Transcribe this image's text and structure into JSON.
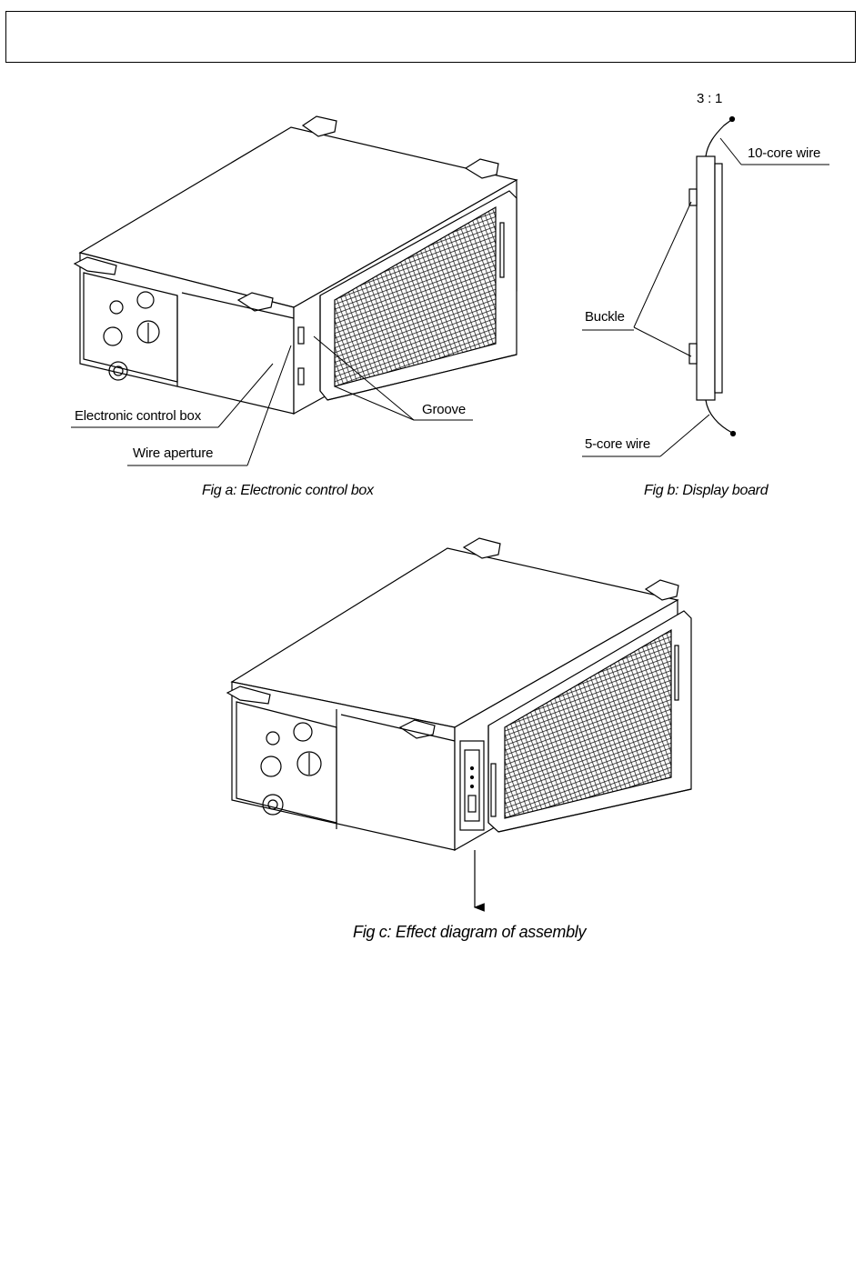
{
  "header": {
    "title": ""
  },
  "fig_a": {
    "caption": "Fig a: Electronic control box",
    "labels": {
      "control_box": "Electronic control box",
      "wire_aperture": "Wire aperture",
      "groove": "Groove"
    }
  },
  "fig_b": {
    "caption": "Fig b: Display board",
    "scale": "3 : 1",
    "labels": {
      "ten_core": "10-core wire",
      "buckle": "Buckle",
      "five_core": "5-core wire"
    }
  },
  "fig_c": {
    "caption": "Fig c: Effect diagram of assembly"
  }
}
